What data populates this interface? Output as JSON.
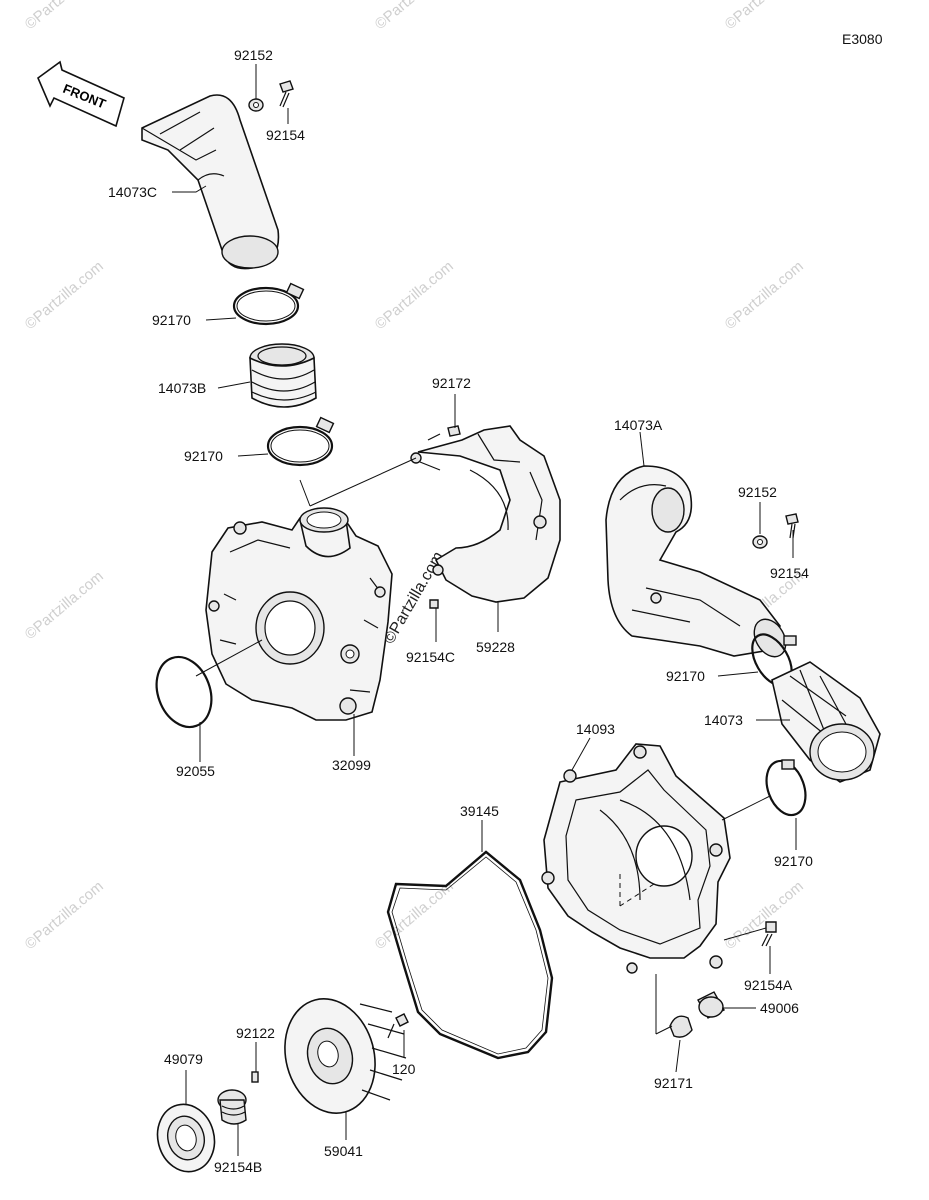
{
  "diagram_code": "E3080",
  "front_label": "FRONT",
  "watermark_text": "©Partzilla.com",
  "parts": [
    {
      "id": "p-92152-top",
      "number": "92152"
    },
    {
      "id": "p-92154-top",
      "number": "92154"
    },
    {
      "id": "p-14073C",
      "number": "14073C"
    },
    {
      "id": "p-92170-a",
      "number": "92170"
    },
    {
      "id": "p-14073B",
      "number": "14073B"
    },
    {
      "id": "p-92170-b",
      "number": "92170"
    },
    {
      "id": "p-92172",
      "number": "92172"
    },
    {
      "id": "p-14073A",
      "number": "14073A"
    },
    {
      "id": "p-92152-right",
      "number": "92152"
    },
    {
      "id": "p-92154-right",
      "number": "92154"
    },
    {
      "id": "p-92154C",
      "number": "92154C"
    },
    {
      "id": "p-59228",
      "number": "59228"
    },
    {
      "id": "p-92170-c",
      "number": "92170"
    },
    {
      "id": "p-14073",
      "number": "14073"
    },
    {
      "id": "p-92055",
      "number": "92055"
    },
    {
      "id": "p-32099",
      "number": "32099"
    },
    {
      "id": "p-14093",
      "number": "14093"
    },
    {
      "id": "p-39145",
      "number": "39145"
    },
    {
      "id": "p-92170-d",
      "number": "92170"
    },
    {
      "id": "p-92154A",
      "number": "92154A"
    },
    {
      "id": "p-49006",
      "number": "49006"
    },
    {
      "id": "p-92122",
      "number": "92122"
    },
    {
      "id": "p-49079",
      "number": "49079"
    },
    {
      "id": "p-120",
      "number": "120"
    },
    {
      "id": "p-92171",
      "number": "92171"
    },
    {
      "id": "p-92154B",
      "number": "92154B"
    },
    {
      "id": "p-59041",
      "number": "59041"
    }
  ]
}
